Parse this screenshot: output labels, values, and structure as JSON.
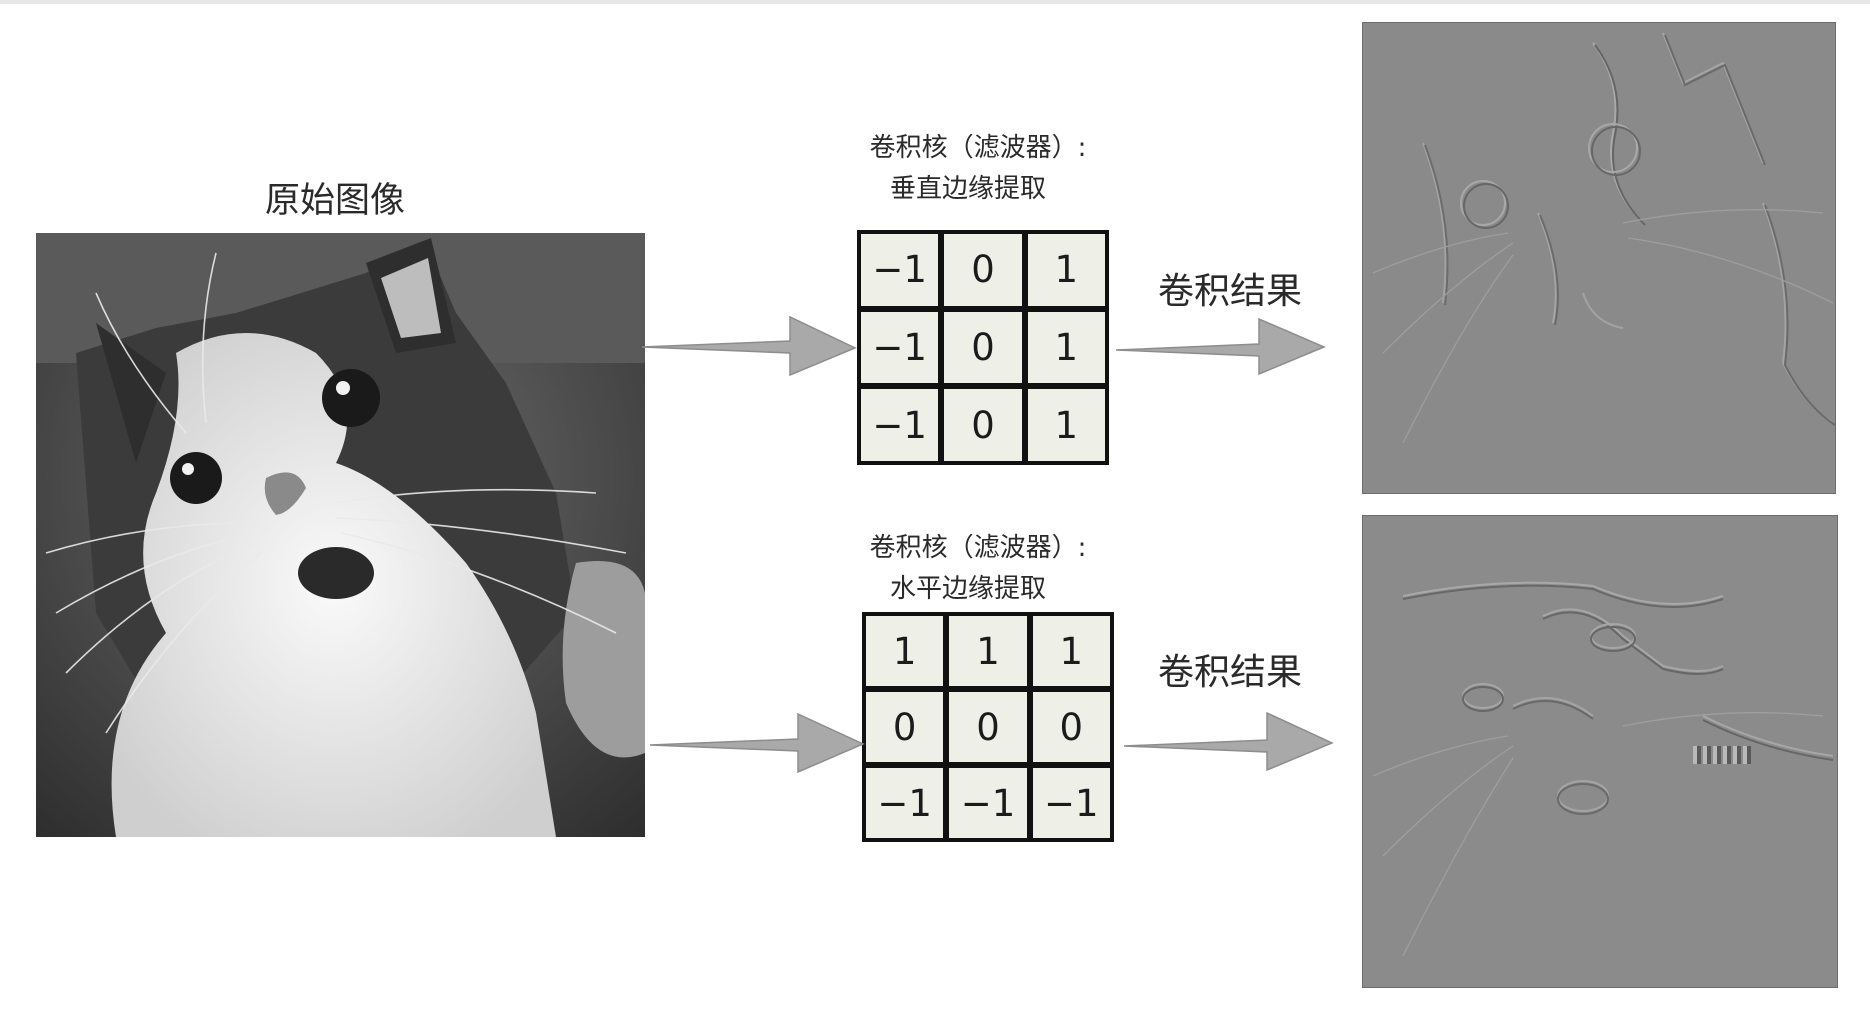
{
  "original": {
    "title": "原始图像"
  },
  "kernels": [
    {
      "caption_line1": "卷积核（滤波器）:",
      "caption_line2": "垂直边缘提取",
      "cells": [
        "−1",
        "0",
        "1",
        "−1",
        "0",
        "1",
        "−1",
        "0",
        "1"
      ],
      "result_label": "卷积结果"
    },
    {
      "caption_line1": "卷积核（滤波器）:",
      "caption_line2": "水平边缘提取",
      "cells": [
        "1",
        "1",
        "1",
        "0",
        "0",
        "0",
        "−1",
        "−1",
        "−1"
      ],
      "result_label": "卷积结果"
    }
  ],
  "colors": {
    "arrow": "#a9a9a9",
    "arrow_stroke": "#8d8d8d",
    "grid_line": "#111111",
    "cell_bg": "#eef0e8",
    "result_gray": "#8a8a8a"
  }
}
